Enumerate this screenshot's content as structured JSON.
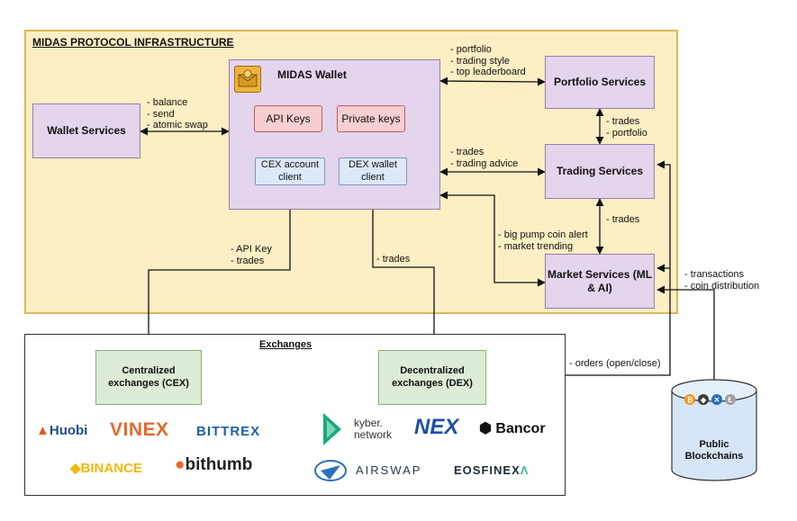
{
  "infra": {
    "title": "MIDAS PROTOCOL INFRASTRUCTURE"
  },
  "wallet": {
    "title": "MIDAS Wallet",
    "api_keys": "API Keys",
    "private_keys": "Private keys",
    "cex_client": "CEX account client",
    "dex_client": "DEX wallet client"
  },
  "services": {
    "wallet": "Wallet Services",
    "portfolio": "Portfolio Services",
    "trading": "Trading Services",
    "market": "Market Services (ML & AI)"
  },
  "edges": {
    "wallet_services": "- balance\n- send\n- atomic swap",
    "portfolio": "- portfolio\n- trading style\n- top leaderboard",
    "portfolio_trading": "- trades\n- portfolio",
    "trading": "- trades\n- trading advice",
    "trading_market": "- trades",
    "market_wallet": "- big pump coin alert\n- market trending",
    "blockchain_market": "- transactions\n- coin distribution",
    "cex": "- API Key\n- trades",
    "dex": "- trades",
    "orders": "- orders (open/close)"
  },
  "exchanges": {
    "title": "Exchanges",
    "cex": "Centralized exchanges (CEX)",
    "dex": "Decentralized exchanges (DEX)",
    "cex_logos": [
      "Huobi",
      "VINEX",
      "BITTREX",
      "BINANCE",
      "bithumb"
    ],
    "dex_logos": [
      "kyber. network",
      "NEX",
      "Bancor",
      "AIRSWAP",
      "EOSFINEX"
    ]
  },
  "blockchains": {
    "label": "Public Blockchains"
  },
  "colors": {
    "infra_bg": "#fdefc4",
    "service": "#e4d4ec",
    "keys": "#f7cfd0",
    "client": "#dce8f8",
    "exchange": "#dcecd6"
  },
  "icons": [
    "wallet-icon",
    "bitcoin-icon",
    "ethereum-icon",
    "ripple-icon",
    "litecoin-icon",
    "kyber-icon",
    "bancor-icon",
    "airswap-icon",
    "binance-icon",
    "bithumb-icon",
    "huobi-icon"
  ]
}
